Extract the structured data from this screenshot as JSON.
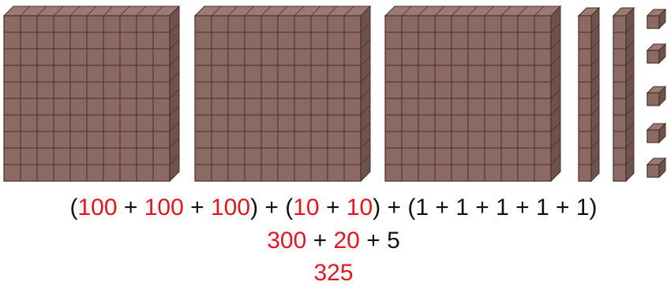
{
  "colors": {
    "block_face": "#8a6a62",
    "block_side": "#6e524c",
    "block_top": "#9a7a72",
    "grid_line": "#4a2e28",
    "highlight": "#e8141c",
    "text": "#111111"
  },
  "blocks": {
    "hundreds_count": 3,
    "tens_count": 2,
    "ones_count": 5
  },
  "equation_line_1": [
    {
      "text": "(",
      "red": false
    },
    {
      "text": "100",
      "red": true
    },
    {
      "text": " + ",
      "red": false
    },
    {
      "text": "100",
      "red": true
    },
    {
      "text": " + ",
      "red": false
    },
    {
      "text": "100",
      "red": true
    },
    {
      "text": ") + (",
      "red": false
    },
    {
      "text": "10",
      "red": true
    },
    {
      "text": " + ",
      "red": false
    },
    {
      "text": "10",
      "red": true
    },
    {
      "text": ") + (1 + 1 + 1 + 1 + 1)",
      "red": false
    }
  ],
  "equation_line_2": [
    {
      "text": "300",
      "red": true
    },
    {
      "text": " + ",
      "red": false
    },
    {
      "text": "20",
      "red": true
    },
    {
      "text": " + 5",
      "red": false
    }
  ],
  "equation_line_3": [
    {
      "text": "325",
      "red": true
    }
  ]
}
